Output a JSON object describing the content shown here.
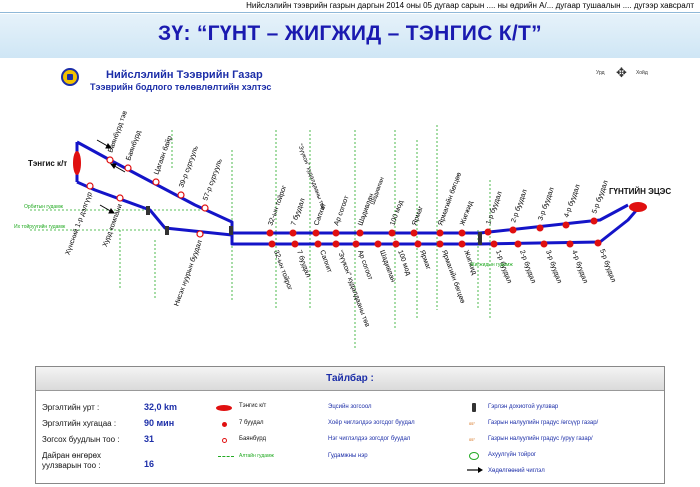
{
  "header": {
    "note": "Нийслэлийн тээврийн газрын даргын 2014 оны 05 дугаар сарын .... ны өдрийн А/... дугаар тушаалын .... дугээр хавсралт",
    "route_title": "ЗҮ: “ГҮНТ – ЖИГЖИД – ТЭНГИС К/Т”"
  },
  "org": {
    "name": "Нийслэлийн Тээврийн Газар",
    "subtitle": "Тээврийн бодлого төлөвлөлтийн хэлтэс"
  },
  "compass": {
    "west": "Урд",
    "east": "Хойд"
  },
  "terminals": {
    "start": "Тэнгис к/т",
    "end": "ГҮНТИЙН ЭЦЭС"
  },
  "streets": {
    "left_1": "Орбитын гудамж",
    "left_2": "Их тойруугийн гудамж",
    "right_1": "Жигжидын гудамж"
  },
  "stops_upper_top": [
    "Баянбүрд тэв",
    "Баянбүрд",
    "Цагаан байр",
    "39-р сургууль",
    "57-р сургууль",
    "32-ын тойрог",
    "7 буудал",
    "Сапхит",
    "Ар согоот",
    "Шадивлан",
    "100 мод",
    "Ярмаг",
    "Ярмагийн бөгцөө",
    "Жигжид",
    "1-р буудал",
    "2-р буудал",
    "3-р буудал",
    "4-р буудал",
    "5-р буудал"
  ],
  "stops_lower": [
    "Хүнсний 1-р дэлгүүр",
    "Хурд компани",
    "Нисэх нуурын буудал",
    "32-ын тойрог",
    "7 буудал",
    "Сапхит",
    "“Зүүкон” худалдааны төв",
    "Ар согоот",
    "Шадивлан",
    "100 мод",
    "Ярмаг",
    "Ярмагийн бөгцөө",
    "Жигжид",
    "1-р буудал",
    "2-р буудал",
    "3-р буудал",
    "4-р буудал",
    "5-р буудал"
  ],
  "extra_labels": {
    "zuukon_top": "“Зүүкон” худалдааны төв",
    "shadivlan_top": "Шадивлан"
  },
  "legend": {
    "title": "Тайлбар :",
    "stats": [
      {
        "label": "Эргэлтийн урт :",
        "value": "32,0 km"
      },
      {
        "label": "Эргэлтийн хугацаа :",
        "value": "90 мин"
      },
      {
        "label": "Зогсох буудлын тоо :",
        "value": "31"
      },
      {
        "label": "Дайран өнгөрөх\nуулзварын тоо :",
        "value": "16"
      }
    ],
    "symbols": [
      {
        "label": "Тэнгис к/т",
        "kind": "terminal"
      },
      {
        "label": "7 буудал",
        "kind": "stop"
      },
      {
        "label": "Баянбүрд",
        "kind": "stop-ring"
      },
      {
        "label": "Алтайн гудамж",
        "kind": "street"
      }
    ],
    "lines": [
      "Эцсийн зогсоол",
      "Хоёр чиглэлдээ зогсдог буудал",
      "Нэг чиглэлдээ зогсдог буудал",
      "Гудамжны нэр"
    ],
    "signs": [
      {
        "label": "Гэрлэн дохиотой уулзвар",
        "icon": "traffic-light"
      },
      {
        "label": "Газрын налуулийн градус /өгсүүр газар/",
        "icon": "slope-up",
        "badge": "05°"
      },
      {
        "label": "Газрын налуулийн градус /уруу газар/",
        "icon": "slope-down",
        "badge": "05°"
      },
      {
        "label": "Ахуулгүйн тойрог",
        "icon": "roundabout"
      },
      {
        "label": "Хөдөлгөөний чиглэл",
        "icon": "direction-arrow"
      }
    ]
  },
  "colors": {
    "route": "#1414c8",
    "stop": "#e01010",
    "street": "#22aa22",
    "title": "#1a1ab0"
  }
}
